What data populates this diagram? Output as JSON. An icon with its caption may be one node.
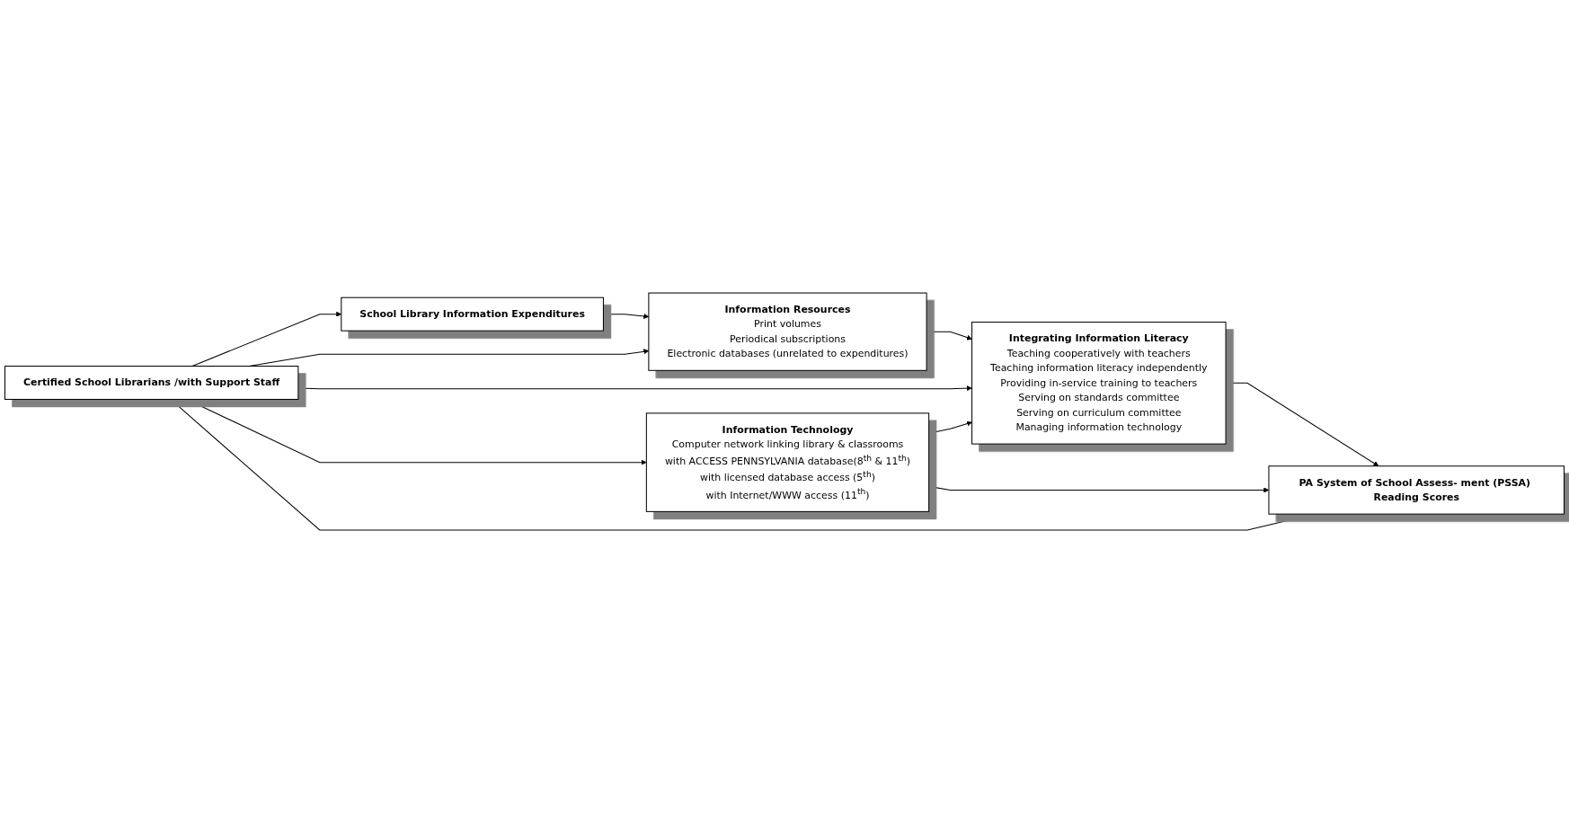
{
  "diagram": {
    "nodes": [
      {
        "text": [
          "School Library Information Expenditures"
        ]
      },
      {
        "text": [
          "Information Resources",
          "Print volumes",
          "Periodical subscriptions",
          "Electronic databases (unrelated to expenditures)"
        ]
      },
      {
        "text": [
          "Certified School Librarians /with Support Staff"
        ]
      },
      {
        "text": [
          "Integrating Information Literacy",
          "Teaching cooperatively with teachers",
          "Teaching information literacy independently",
          "Providing in-service training to teachers",
          "Serving on standards committee",
          "Serving on curriculum committee",
          "Managing information technology"
        ]
      },
      {
        "text": [
          "PA System of School Assess- ment (PSSA) Reading Scores"
        ]
      },
      {
        "text": [
          "Information Technology",
          "Computer network linking library & classrooms",
          "with ACCESS PENNSYLVANIA database(8$^{th}$ & 11$^{th}$)",
          "with licensed database access (5$^{th}$)",
          "with Internet/WWW access (11$^{th}$)"
        ]
      }
    ],
    "edges": [
      {
        "from": 0,
        "to": 1,
        "arrow": "to"
      },
      {
        "from": 2,
        "to": 0,
        "arrow": "to"
      },
      {
        "from": 2,
        "to": 1,
        "arrow": "to"
      },
      {
        "from": 1,
        "to": 3,
        "arrow": "to"
      },
      {
        "from": 2,
        "to": 3,
        "arrow": "to"
      },
      {
        "from": 3,
        "to": 4,
        "arrow": "to"
      },
      {
        "from": 2,
        "to": 5,
        "arrow": "to"
      },
      {
        "from": 5,
        "to": 3,
        "arrow": "to"
      },
      {
        "from": 5,
        "to": 4,
        "arrow": "to"
      },
      {
        "from": 2,
        "to": 4,
        "arrow": "to"
      }
    ]
  }
}
